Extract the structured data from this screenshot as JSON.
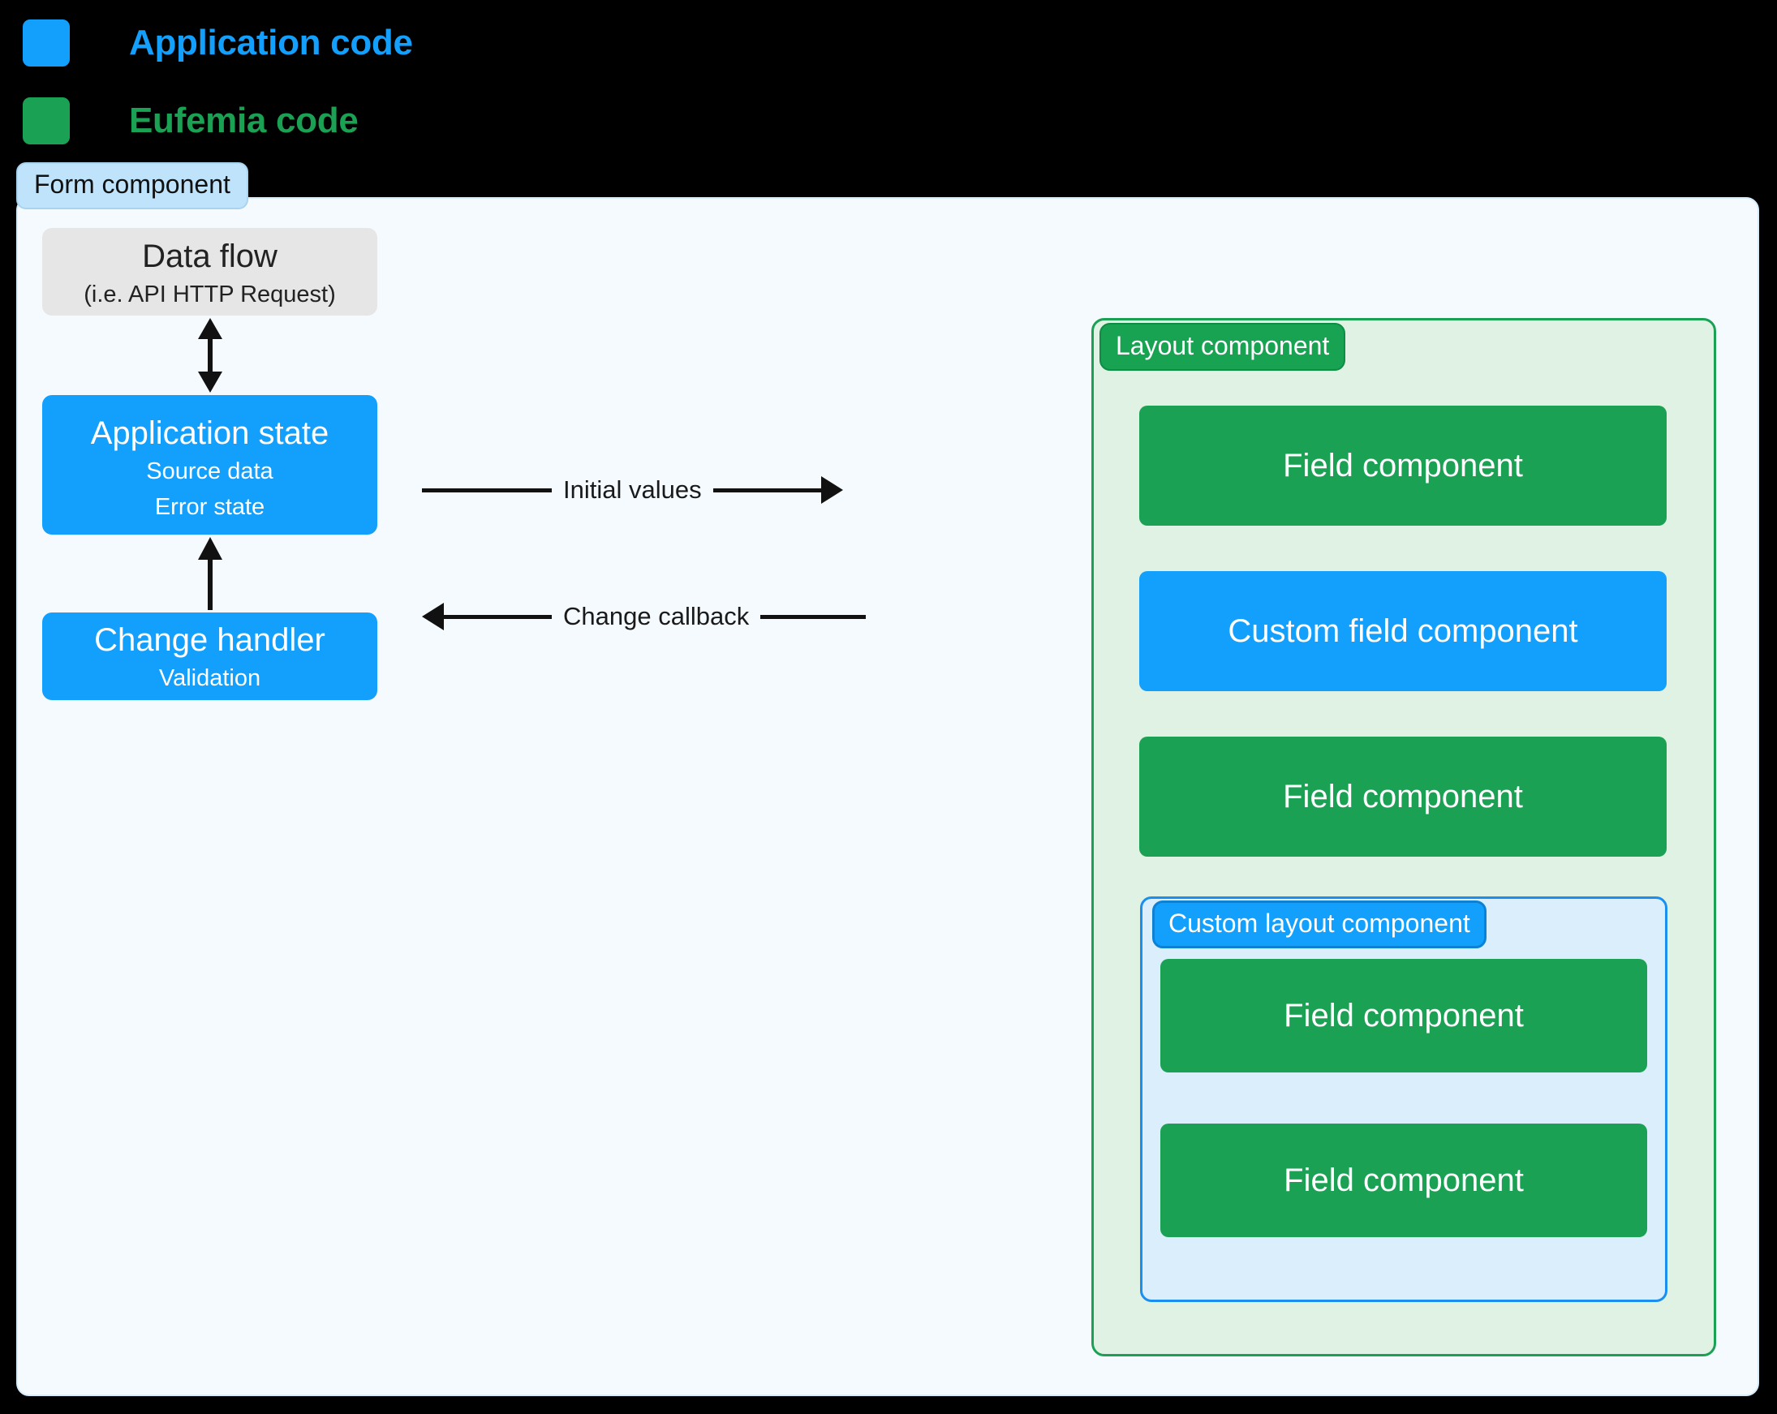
{
  "legend": {
    "items": [
      {
        "label": "Application code",
        "color": "#139ffc"
      },
      {
        "label": "Eufemia code",
        "color": "#1ba153"
      }
    ]
  },
  "form": {
    "badge": "Form component",
    "badge_bg": "#bfe3fb",
    "container_bg": "#f4fafe"
  },
  "left": {
    "data_flow": {
      "title": "Data flow",
      "subtitle": "(i.e. API HTTP Request)",
      "color": "#e6e6e6"
    },
    "application_state": {
      "title": "Application state",
      "sub1": "Source data",
      "sub2": "Error state",
      "color": "#139ffc"
    },
    "change_handler": {
      "title": "Change handler",
      "subtitle": "Validation",
      "color": "#139ffc"
    }
  },
  "arrows": {
    "dataflow_appstate": "double-headed-vertical-arrow",
    "changehandler_appstate": "up-arrow",
    "initial_values": "Initial values",
    "change_callback": "Change callback"
  },
  "layout": {
    "badge": "Layout component",
    "badge_bg": "#18a352",
    "container_bg": "#e0f2e4",
    "fields": [
      {
        "label": "Field component",
        "kind": "eufemia",
        "color": "#1ba153"
      },
      {
        "label": "Custom field component",
        "kind": "application",
        "color": "#139ffc"
      },
      {
        "label": "Field component",
        "kind": "eufemia",
        "color": "#1ba153"
      }
    ]
  },
  "custom_layout": {
    "badge": "Custom layout component",
    "badge_bg": "#139ffc",
    "container_bg": "#dbeefc",
    "fields": [
      {
        "label": "Field component",
        "kind": "eufemia",
        "color": "#1ba153"
      },
      {
        "label": "Field component",
        "kind": "eufemia",
        "color": "#1ba153"
      }
    ]
  }
}
